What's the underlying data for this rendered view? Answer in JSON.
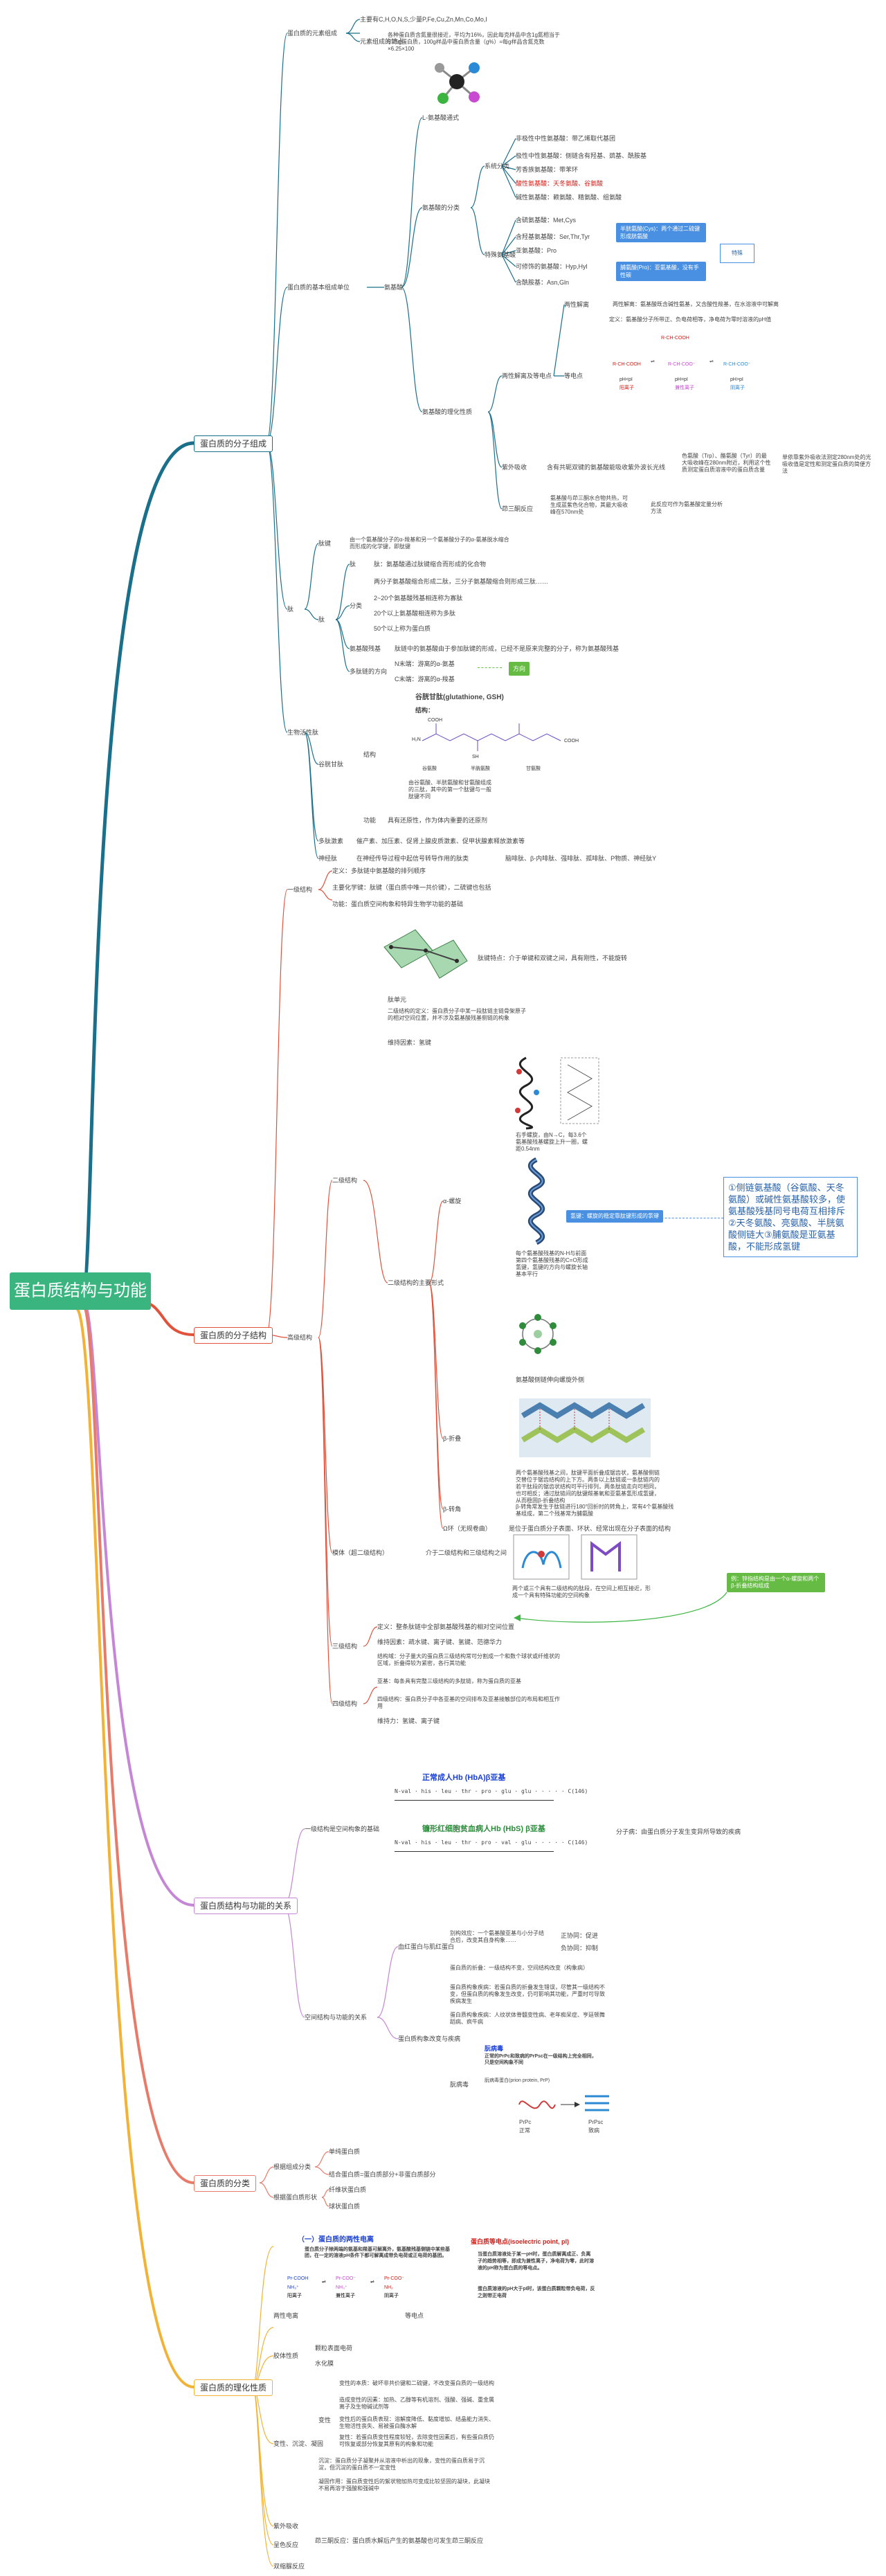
{
  "title": "蛋白质结构与功能",
  "colors": {
    "teal": "#1a6f8a",
    "red": "#e0523b",
    "purple": "#c586d6",
    "salmon": "#e87a6a",
    "orange": "#f2b236",
    "root": "#3bb580"
  },
  "branches": {
    "b1": "蛋白质的分子组成",
    "b2": "蛋白质的分子结构",
    "b3": "蛋白质结构与功能的关系",
    "b4": "蛋白质的分类",
    "b5": "蛋白质的理化性质"
  },
  "b1": {
    "element": "蛋白质的元素组成",
    "element_main": "主要有C,H,O,N,S,少量P,Fe,Cu,Zn,Mn,Co,Mo,I",
    "n_feature": "元素组成的特点",
    "n_feature_text": "各种蛋白质含氮量很接近，平均为16%，因此每克样品中含1g氮相当于6.25g蛋白质，100g样品中蛋白质含量（g%）=每g样品含氮克数×6.25×100",
    "basic_unit": "蛋白质的基本组成单位",
    "amino_acid": "氨基酸",
    "aa_general": "L-氨基酸通式",
    "aa_class": "氨基酸的分类",
    "sys_class": "系统分类",
    "sys_items": [
      "非极性中性氨基酸：带乙烯取代基团",
      "极性中性氨基酸：侧链含有羟基、巯基、酰胺基",
      "芳香族氨基酸：带苯环",
      "酸性氨基酸：天冬氨酸、谷氨酸",
      "碱性氨基酸：赖氨酸、精氨酸、组氨酸"
    ],
    "special_class": "特殊氨基酸",
    "special_items": [
      "含硫氨基酸：Met,Cys",
      "含羟基氨基酸：Ser,Thr,Tyr",
      "亚氨基酸：Pro",
      "可修饰的氨基酸：Hyp,Hyl",
      "含酰胺基：Asn,Gln"
    ],
    "special_note1": "半胱氨酸(Cys)：两个通过二硫键形成胱氨酸",
    "special_note2": "脯氨酸(Pro)：亚氨基酸，没有手性碳",
    "special_note3": "特殊",
    "aa_property": "氨基酸的理化性质",
    "ampholyte": "两性解离及等电点",
    "ampholyte_desc": "两性解离：氨基酸既含碱性氨基，又含酸性羧基，在水溶液中可解离",
    "pi_label": "等电点",
    "pi_desc": "定义：氨基酸分子所带正、负电荷相等，净电荷为零时溶液的pH值",
    "uv": "紫外吸收",
    "uv_desc": "含有共轭双键的氨基酸能吸收紫外波长光线",
    "uv_items": "色氨酸（Trp）、酪氨酸（Tyr）的最大吸收峰在280nm附近，利用这个性质测定蛋白质溶液中的蛋白质含量",
    "ninhydrin": "茚三酮反应",
    "ninhydrin_desc": "氨基酸与茚三酮水合物共热，可生成蓝紫色化合物，其最大吸收峰在570nm处",
    "ninhydrin_note": "此反应可作为氨基酸定量分析方法",
    "peptide": "肽",
    "peptide_bond": "肽键",
    "peptide_bond_desc": "由一个氨基酸分子的α-羧基和另一个氨基酸分子的α-氨基脱水缩合而形成的化学键，即肽键",
    "peptide_chain": "肽",
    "peptide_defs": [
      "肽：氨基酸通过肽键缩合而形成的化合物",
      "两分子氨基酸缩合形成二肽，三分子氨基酸缩合则形成三肽……",
      "2~20个氨基酸残基相连称为寡肽",
      "20个以上氨基酸相连称为多肽",
      "50个以上称为蛋白质"
    ],
    "residue": "氨基酸残基",
    "residue_desc": "肽链中的氨基酸由于参加肽键的形成，已经不是原来完整的分子，称为氨基酸残基",
    "ends": "多肽链的方向",
    "n_term": "N末端：游离的α-氨基",
    "c_term": "C末端：游离的α-羧基",
    "direction": "方向",
    "bio_peptide": "生物活性肽",
    "glutathione": "谷胱甘肽",
    "gsh_struct": "结构",
    "gsh_title": "谷胱甘肽(glutathione, GSH)",
    "gsh_label": "结构：",
    "gsh_func": "功能",
    "gsh_func_desc": "具有还原性，作为体内重要的还原剂",
    "gsh_struct_desc": "由谷氨酸、半胱氨酸和甘氨酸组成的三肽，其中的第一个肽键与一般肽键不同",
    "neuropeptide": "神经肽",
    "neuropeptide_desc": "在神经传导过程中起信号转导作用的肽类",
    "hormone_peptide": "多肽激素",
    "hormone_peptide_desc": "催产素、加压素、促肾上腺皮质激素、促甲状腺素释放激素等",
    "neuro_items": "脑啡肽、β-内啡肽、强啡肽、孤啡肽、P物质、神经肽Y"
  },
  "b2": {
    "primary": "一级结构",
    "primary_def": "定义：多肽链中氨基酸的排列顺序",
    "primary_bond": "主要化学键：肽键（蛋白质中唯一共价键），二硫键也包括",
    "primary_func": "功能：蛋白质空间构象和特异生物学功能的基础",
    "secondary": "二级结构",
    "sec_def": "二级结构的定义：蛋白质分子中某一段肽链主链骨架原子的相对空间位置，并不涉及氨基酸残基侧链的构象",
    "main_bond": "维持因素：氢键",
    "peptide_unit": "肽键特点：介于单键和双键之间，具有刚性，不能旋转",
    "peptide_plane": "肽单元",
    "sec_main": "二级结构的主要形式",
    "alpha": "α-螺旋",
    "alpha_desc": "右手螺旋，由N→C，每3.6个氨基酸残基螺旋上升一圈，螺距0.54nm",
    "alpha_hl": "氢键：螺旋的稳定靠肽键形成的氢键",
    "alpha_note": "①侧链氨基酸（谷氨酸、天冬氨酸）或碱性氨基酸较多，使氨基酸残基同号电荷互相排斥②天冬氨酸、亮氨酸、半胱氨酸侧链大③脯氨酸是亚氨基酸，不能形成氢键",
    "alpha_h_bond": "每个氨基酸残基的N-H与前面第四个氨基酸残基的C=O形成氢键，氢键的方向与螺旋长轴基本平行",
    "beta": "β-折叠",
    "beta_desc": "两个氨基酸残基之间，肽键平面折叠成锯齿状，氨基酸侧链交替位于锯齿结构的上下方。两条以上肽链或一条肽链内的若干肽段的锯齿状结构可平行排列，两条肽链走向可相同，也可相反；通过肽链间的肽键羰基氧和亚氨基氢形成氢键，从而稳固β-折叠结构",
    "beta_turn": "β-转角",
    "beta_turn_desc": "β-转角常发生于肽链进行180°回折时的转角上，常有4个氨基酸残基组成，第二个残基常为脯氨酸",
    "omega": "Ω环（无规卷曲）",
    "omega_desc": "是位于蛋白质分子表面、环状、经常出现在分子表面的结构",
    "motif": "模体（超二级结构）",
    "motif_desc": "介于二级结构和三级结构之间",
    "motif_note": "两个或三个具有二级结构的肽段，在空间上相互接近，形成一个具有特殊功能的空间构象",
    "motif_green": "例：锌指结构是由一个α-螺旋和两个β-折叠结构组成",
    "tertiary": "三级结构",
    "tert_def": "定义：整条肽链中全部氨基酸残基的相对空间位置",
    "tert_bond": "维持因素：疏水键、离子键、氢键、范德华力",
    "tert_domain": "结构域：分子量大的蛋白质三级结构常可分割成一个和数个球状或纤维状的区域，折叠得较为紧密，各行其功能",
    "quaternary": "四级结构",
    "quat_def": "亚基：每条具有完整三级结构的多肽链，称为蛋白质的亚基",
    "quat_def2": "四级结构：蛋白质分子中各亚基的空间排布及亚基接触部位的布局和相互作用",
    "quat_bond": "维持力：氢键、离子键"
  },
  "b3": {
    "primary_rel": "一级结构是空间构象的基础",
    "sickle": "分子病：由蛋白质分子发生变异所导致的疾病",
    "hbA_title": "正常成人Hb (HbA)β亚基",
    "hbS_title": "镰形红细胞贫血病人Hb (HbS) β亚基",
    "hbA_chain": "N-val · his · leu · thr · pro · glu · glu · · · · · C(146)",
    "hbS_chain": "N-val · his · leu · thr · pro · val · glu · · · · · C(146)",
    "spatial_rel": "空间结构与功能的关系",
    "myoglobin": "血红蛋白与肌红蛋白",
    "allosteric": "别构效应：一个氨基酸亚基与小分子结合后，改变其自身构象……",
    "pos_effect": "正协同：促进",
    "neg_effect": "负协同：抑制",
    "folding": "蛋白质构象改变与疾病",
    "folding_items": [
      "蛋白质的折叠：一级结构不变，空间结构改变（构象病）",
      "蛋白质构象疾病：若蛋白质的折叠发生错误，尽管其一级结构不变，但蛋白质的构象发生改变，仍可影响其功能，严重时可导致疾病发生",
      "蛋白质构象疾病：人纹状体脊髓变性病、老年痴呆症、亨廷顿舞蹈病、疯牛病"
    ],
    "prion": "朊病毒",
    "prion_desc": "朊病毒蛋白(prion protein, PrP)",
    "prion_pc": "PrPc",
    "prion_sc": "PrPsc",
    "normal": "正常",
    "disease": "致病",
    "prion_text": "正常的PrPc和致病的PrPsc在一级结构上完全相同，只是空间构象不同"
  },
  "b4": {
    "by_composition": "根据组成分类",
    "simple": "单纯蛋白质",
    "complex": "结合蛋白质=蛋白质部分+非蛋白质部分",
    "by_shape": "根据蛋白质形状",
    "fibrous": "纤维状蛋白质",
    "globular": "球状蛋白质"
  },
  "b5": {
    "ampho": "两性电离",
    "ampho_note": "等电点",
    "pi_box_title": "（一）蛋白质的两性电离",
    "pi_box_text": "蛋白质分子除两端的氨基和羧基可解离外，氨基酸残基侧链中某些基团，在一定的溶液pH条件下都可解离成带负电荷或正电荷的基团。",
    "pi_def_title": "蛋白质等电点(isoelectric point, pI)",
    "pi_def_text": "当蛋白质溶液处于某一pH时，蛋白质解离成正、负离子的趋势相等，即成为兼性离子，净电荷为零，此时溶液的pH称为蛋白质的等电点。",
    "pi_def_text2": "蛋白质溶液的pH大于pI时，该蛋白质颗粒带负电荷，反之则带正电荷",
    "colloid": "胶体性质",
    "colloid_items": [
      "颗粒表面电荷",
      "水化膜"
    ],
    "denature": "变性、沉淀、凝固",
    "denature_def": "变性",
    "denature_items": [
      "变性的本质：破坏非共价键和二硫键，不改变蛋白质的一级结构",
      "造成变性的因素：加热、乙醇等有机溶剂、强酸、强碱、重金属离子及生物碱试剂等",
      "变性后的蛋白质表现：溶解度降低、黏度增加、结晶能力消失、生物活性丧失、易被蛋白酶水解",
      "复性：若蛋白质变性程度较轻，去除变性因素后，有些蛋白质仍可恢复或部分恢复其原有的构象和功能"
    ],
    "precip": "沉淀：蛋白质分子凝聚并从溶液中析出的现象，变性的蛋白质易于沉淀，但沉淀的蛋白质不一定变性",
    "coag": "凝固作用：蛋白质变性后的絮状物加热可变成比较坚固的凝块，此凝块不易再溶于强酸和强碱中",
    "uv": "紫外吸收",
    "color": "呈色反应",
    "color_items": [
      "茚三酮反应：蛋白质水解后产生的氨基酸也可发生茚三酮反应",
      "双缩脲反应"
    ]
  }
}
